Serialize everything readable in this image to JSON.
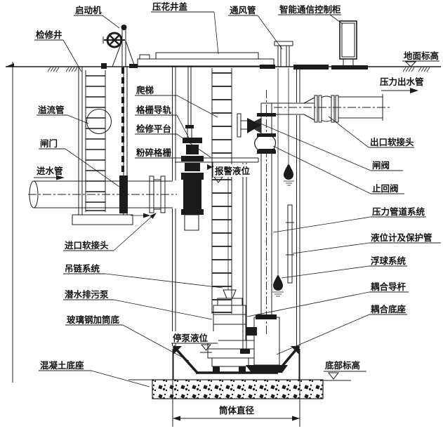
{
  "colors": {
    "ink": "#1b1b1b",
    "background": "#ffffff"
  },
  "labels": {
    "starter": "启动机",
    "manhole_cover": "压花井盖",
    "vent_pipe": "通风管",
    "control_cabinet": "智能通信控制柜",
    "inspection_well": "检修井",
    "ground_elevation": "地面标高",
    "pressure_outlet_pipe": "压力出水管",
    "climbing_ladder": "爬梯",
    "grille_guide_rail": "格栅导轨",
    "inspection_platform": "检修平台",
    "crushing_grille": "粉碎格栅",
    "overflow_pipe": "溢流管",
    "sluice_gate": "闸门",
    "inlet_pipe": "进水管",
    "alarm_level": "报警液位",
    "outlet_flex_joint": "出口软接头",
    "gate_valve": "闸阀",
    "check_valve": "止回阀",
    "pressure_pipeline_system": "压力管道系统",
    "level_gauge_protection": "液位计及保护管",
    "float_system": "浮球系统",
    "inlet_flex_joint": "进口软接头",
    "lifting_chain_system": "吊链系统",
    "submersible_sewage_pump": "潜水排污泵",
    "frp_cylinder_bottom": "玻璃钢加筒底",
    "stop_pump_level": "停泵液位",
    "concrete_base": "混凝土底座",
    "coupling_guide_rod": "耦合导杆",
    "coupling_base": "耦合底座",
    "bottom_elevation": "底部标高",
    "cylinder_diameter": "筒体直径"
  }
}
